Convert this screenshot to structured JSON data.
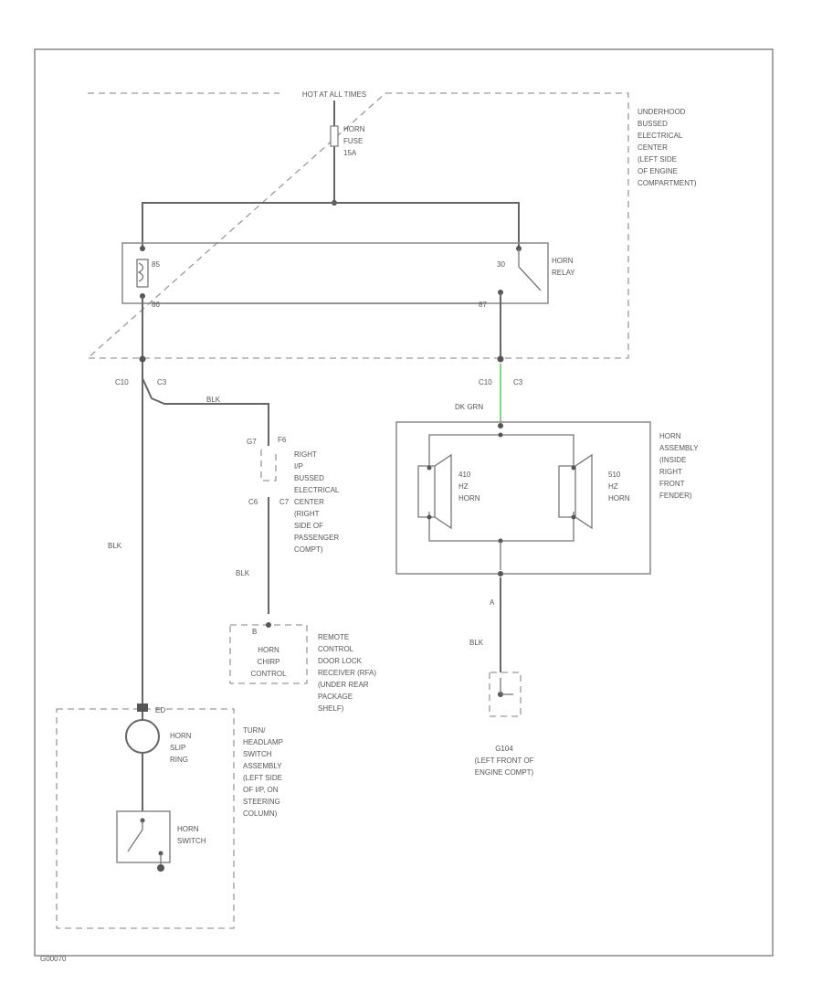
{
  "header": {
    "power_label": "HOT AT ALL TIMES"
  },
  "fuse": {
    "line1": "HORN",
    "line2": "FUSE",
    "line3": "15A"
  },
  "underhood_center": {
    "lines": [
      "UNDERHOOD",
      "BUSSED",
      "ELECTRICAL",
      "CENTER",
      "(LEFT SIDE",
      "OF ENGINE",
      "COMPARTMENT)"
    ]
  },
  "relay": {
    "pin_left_top": "85",
    "pin_left_bottom": "86",
    "pin_right_top": "30",
    "pin_right_bottom": "87",
    "line1": "HORN",
    "line2": "RELAY"
  },
  "left_connector": {
    "c1": "C10",
    "c2": "C3"
  },
  "right_connector": {
    "c1": "C10",
    "c2": "C3"
  },
  "wire_colors": {
    "blk_short": "BLK",
    "blk_left": "BLK",
    "blk_mid": "BLK",
    "blk_ground": "BLK",
    "dk_grn": "DK GRN",
    "dk_grn_hex": "#7ed67e"
  },
  "ip_center": {
    "pin_a": "G7",
    "pin_b": "F6",
    "c_a": "C6",
    "c_b": "C7",
    "lines": [
      "RIGHT",
      "I/P",
      "BUSSED",
      "ELECTRICAL",
      "CENTER",
      "(RIGHT",
      "SIDE OF",
      "PASSENGER",
      "COMPT)"
    ]
  },
  "horn_chirp": {
    "pin": "B",
    "line1": "HORN",
    "line2": "CHIRP",
    "line3": "CONTROL",
    "desc": [
      "REMOTE",
      "CONTROL",
      "DOOR LOCK",
      "RECEIVER (RFA)",
      "(UNDER REAR",
      "PACKAGE",
      "SHELF)"
    ]
  },
  "horn_assembly": {
    "lines": [
      "HORN",
      "ASSEMBLY",
      "(INSIDE",
      "RIGHT",
      "FRONT",
      "FENDER)"
    ],
    "low": [
      "410",
      "HZ",
      "HORN"
    ],
    "high": [
      "510",
      "HZ",
      "HORN"
    ],
    "pin_bottom": "A"
  },
  "ground": {
    "id": "G104",
    "lines": [
      "(LEFT FRONT OF",
      "ENGINE COMPT)"
    ]
  },
  "steering": {
    "pin": "ED",
    "slip_ring": [
      "HORN",
      "SLIP",
      "RING"
    ],
    "switch": [
      "HORN",
      "SWITCH"
    ],
    "assembly": [
      "TURN/",
      "HEADLAMP",
      "SWITCH",
      "ASSEMBLY",
      "(LEFT SIDE",
      "OF I/P, ON",
      "STEERING",
      "COLUMN)"
    ]
  },
  "footer": {
    "code": "G00070"
  }
}
